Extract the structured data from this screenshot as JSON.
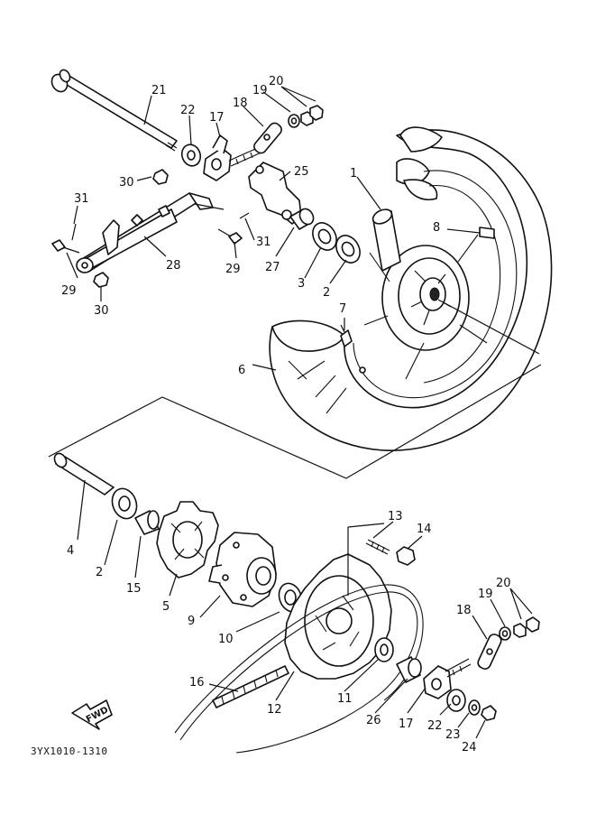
{
  "diagram": {
    "code_label": "3YX1010-1310",
    "fwd_label": "FWD"
  },
  "callouts": [
    {
      "id": "c21",
      "text": "21"
    },
    {
      "id": "c22a",
      "text": "22"
    },
    {
      "id": "c17a",
      "text": "17"
    },
    {
      "id": "c18a",
      "text": "18"
    },
    {
      "id": "c19a",
      "text": "19"
    },
    {
      "id": "c20a",
      "text": "20"
    },
    {
      "id": "c1",
      "text": "1"
    },
    {
      "id": "c25",
      "text": "25"
    },
    {
      "id": "c30a",
      "text": "30"
    },
    {
      "id": "c31a",
      "text": "31"
    },
    {
      "id": "c31b",
      "text": "31"
    },
    {
      "id": "c29a",
      "text": "29"
    },
    {
      "id": "c29b",
      "text": "29"
    },
    {
      "id": "c28",
      "text": "28"
    },
    {
      "id": "c30b",
      "text": "30"
    },
    {
      "id": "c27",
      "text": "27"
    },
    {
      "id": "c3",
      "text": "3"
    },
    {
      "id": "c2a",
      "text": "2"
    },
    {
      "id": "c8",
      "text": "8"
    },
    {
      "id": "c7",
      "text": "7"
    },
    {
      "id": "c6",
      "text": "6"
    },
    {
      "id": "c4",
      "text": "4"
    },
    {
      "id": "c2b",
      "text": "2"
    },
    {
      "id": "c15",
      "text": "15"
    },
    {
      "id": "c5",
      "text": "5"
    },
    {
      "id": "c9",
      "text": "9"
    },
    {
      "id": "c10",
      "text": "10"
    },
    {
      "id": "c13",
      "text": "13"
    },
    {
      "id": "c14",
      "text": "14"
    },
    {
      "id": "c20b",
      "text": "20"
    },
    {
      "id": "c19b",
      "text": "19"
    },
    {
      "id": "c18b",
      "text": "18"
    },
    {
      "id": "c16",
      "text": "16"
    },
    {
      "id": "c12",
      "text": "12"
    },
    {
      "id": "c11",
      "text": "11"
    },
    {
      "id": "c26",
      "text": "26"
    },
    {
      "id": "c17b",
      "text": "17"
    },
    {
      "id": "c22b",
      "text": "22"
    },
    {
      "id": "c23",
      "text": "23"
    },
    {
      "id": "c24",
      "text": "24"
    }
  ]
}
